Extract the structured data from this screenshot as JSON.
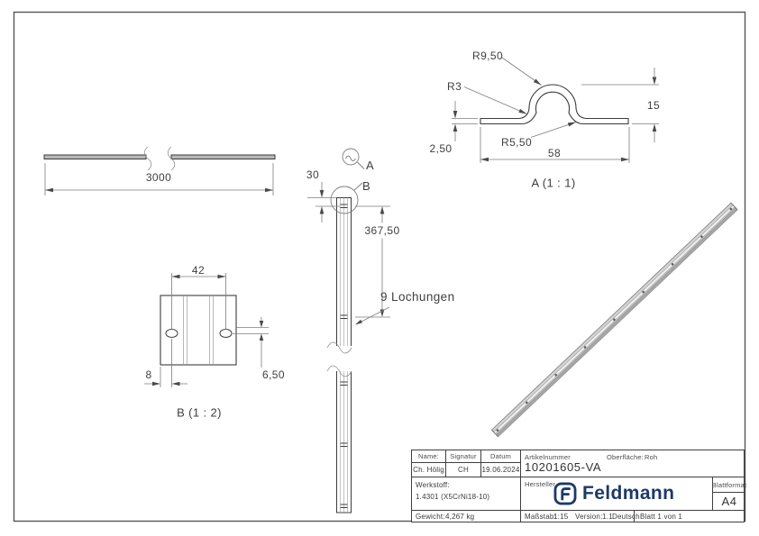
{
  "views": {
    "front": {
      "length": "3000"
    },
    "side": {
      "offset_top": "30",
      "hole_pitch": "367,50",
      "holes_note": "9 Lochungen",
      "callout_a": "A",
      "callout_b": "B"
    },
    "detail_a": {
      "title": "A (1 : 1)",
      "radius_outer": "R9,50",
      "radius_fillet": "R3",
      "radius_inner": "R5,50",
      "height": "15",
      "thickness": "2,50",
      "width": "58"
    },
    "detail_b": {
      "title": "B (1 : 2)",
      "hole_spacing": "42",
      "edge_distance": "8",
      "hole_offset": "6,50"
    }
  },
  "title_block": {
    "name_label": "Name:",
    "signature_label": "Signatur",
    "date_label": "Datum",
    "name": "Ch. Hölig",
    "signature": "CH",
    "date": "19.06.2024",
    "article_label": "Artikelnummer",
    "article_number": "10201605-VA",
    "surface_label": "Oberfläche:",
    "surface": "Roh",
    "material_label": "Werkstoff:",
    "material": "1.4301 (X5CrNi18-10)",
    "manufacturer_label": "Hersteller",
    "brand": "Feldmann",
    "weight_label": "Gewicht:",
    "weight": "4,267 kg",
    "scale_label": "Maßstab:",
    "scale": "1:15",
    "version_label": "Version:",
    "version": "1.1",
    "language": "Deutsch",
    "sheet": "Blatt 1 von 1",
    "format_label": "Blattformat",
    "format": "A4",
    "logo_color": "#1d3a66"
  }
}
